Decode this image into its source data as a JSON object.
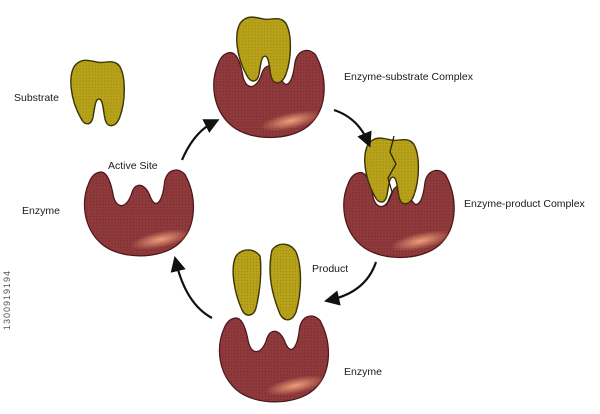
{
  "labels": {
    "substrate": "Substrate",
    "active_site": "Active Site",
    "enzyme_left": "Enzyme",
    "enzyme_substrate_complex": "Enzyme-substrate Complex",
    "enzyme_product_complex": "Enzyme-product Complex",
    "product": "Product",
    "enzyme_bottom": "Enzyme",
    "stock_id": "1300919194"
  },
  "colors": {
    "enzyme_fill": "#8f3a3c",
    "enzyme_highlight": "#e58a6c",
    "substrate_fill": "#b8a21a",
    "substrate_stroke": "#3b3306",
    "arrow": "#111111"
  }
}
